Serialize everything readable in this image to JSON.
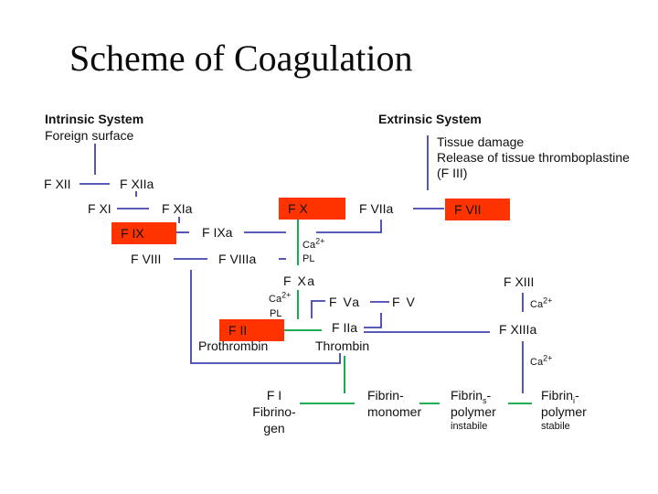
{
  "title": "Scheme of Coagulation",
  "colors": {
    "highlight_box_red": "#ff3300",
    "arrow_blue": "#4343af",
    "arrow_green": "#00a33e",
    "text": "#111111",
    "background": "#ffffff"
  },
  "intrinsic": {
    "heading": "Intrinsic System",
    "sub": "Foreign surface"
  },
  "extrinsic": {
    "heading": "Extrinsic System",
    "line1": "Tissue damage",
    "line2": "Release of tissue thromboplastine",
    "line3": "(F III)"
  },
  "factors": {
    "f_xii": "F XII",
    "f_xiia": "F XIIa",
    "f_xi": "F XI",
    "f_xia": "F XIa",
    "f_ix": "F IX",
    "f_ixa": "F IXa",
    "f_viii": "F VIII",
    "f_viiia": "F VIIIa",
    "f_x": "F X",
    "f_viia": "F VIIa",
    "f_vii": "F VII",
    "f_xa": "F Xa",
    "f_va": "F Va",
    "f_v": "F V",
    "f_xiii": "F XIII",
    "f_xiiia": "F XIIIa",
    "f_ii": "F II",
    "f_iia": "F IIa",
    "f_i": "F I"
  },
  "names": {
    "prothrombin": "Prothrombin",
    "thrombin": "Thrombin"
  },
  "cofactor": {
    "ca": "Ca",
    "ca_sup": "2+",
    "pl": "PL"
  },
  "end_products": {
    "fibrinogen_l2": "Fibrino-",
    "fibrinogen_l3": "gen",
    "monomer_l1": "Fibrin-",
    "monomer_l2": "monomer",
    "fibrin_base": "Fibrin",
    "sub_s": "s",
    "sub_i": "i",
    "dash": "-",
    "polymer": "polymer",
    "instabile": "instabile",
    "stabile": "stabile"
  }
}
